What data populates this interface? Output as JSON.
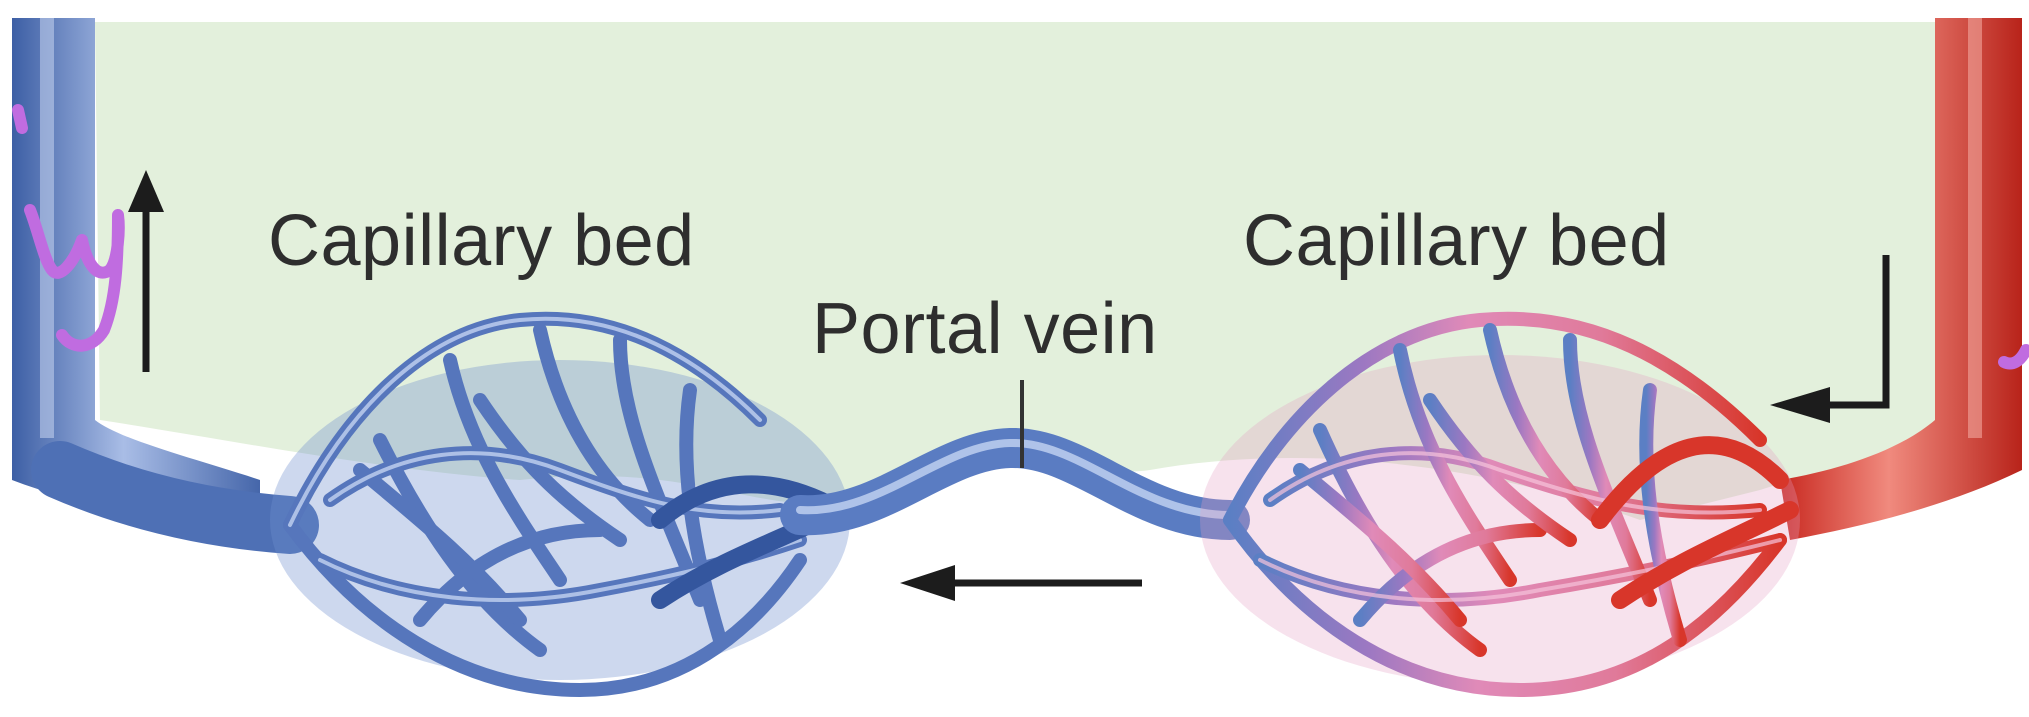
{
  "labels": {
    "capillary_left": "Capillary bed",
    "capillary_right": "Capillary bed",
    "portal_vein": "Portal vein"
  },
  "colors": {
    "background_fill": "#e3f0dc",
    "vein_blue": "#5b7fc4",
    "vein_blue_dark": "#3b5fa8",
    "artery_red": "#d8362a",
    "capillary_pink": "#e08ab8",
    "capillary_purple": "#8e63b8",
    "arrow": "#1c1c1c",
    "annotation_purple": "#c06ce0"
  },
  "icons": {
    "up_arrow": "arrow-up-icon",
    "left_arrow": "arrow-left-icon",
    "bent_arrow": "arrow-down-left-icon"
  }
}
